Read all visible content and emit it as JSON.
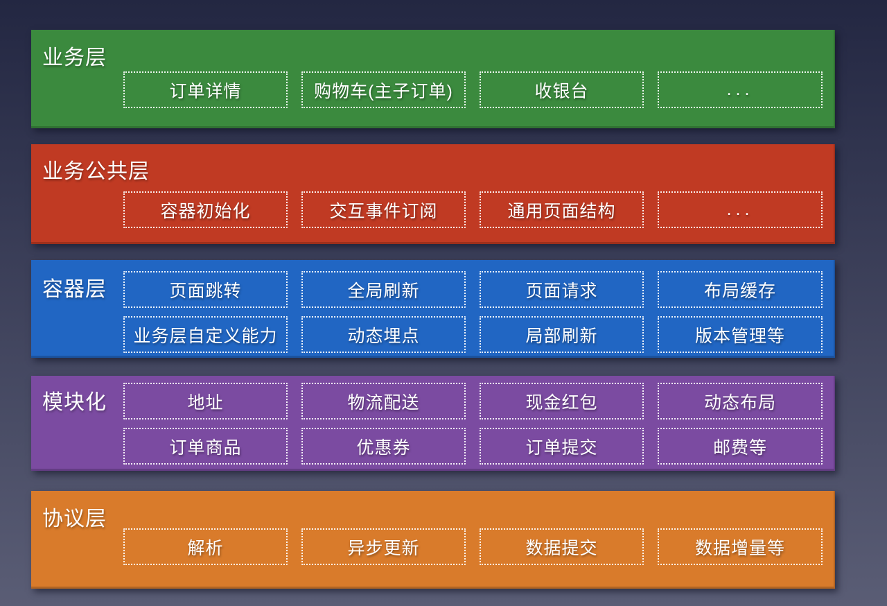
{
  "canvas": {
    "background_top": "#232742",
    "background_bottom": "#5a5d75",
    "text_color": "#ffffff"
  },
  "diagram": {
    "layers": [
      {
        "id": "business-layer",
        "title": "业务层",
        "color": "#3b8a3e",
        "rows": [
          [
            "订单详情",
            "购物车(主子订单)",
            "收银台",
            "..."
          ]
        ]
      },
      {
        "id": "business-common-layer",
        "title": "业务公共层",
        "color": "#c03a23",
        "rows": [
          [
            "容器初始化",
            "交互事件订阅",
            "通用页面结构",
            "..."
          ]
        ]
      },
      {
        "id": "container-layer",
        "title": "容器层",
        "color": "#2166c3",
        "rows": [
          [
            "页面跳转",
            "全局刷新",
            "页面请求",
            "布局缓存"
          ],
          [
            "业务层自定义能力",
            "动态埋点",
            "局部刷新",
            "版本管理等"
          ]
        ]
      },
      {
        "id": "modularization-layer",
        "title": "模块化",
        "color": "#7b4ba1",
        "rows": [
          [
            "地址",
            "物流配送",
            "现金红包",
            "动态布局"
          ],
          [
            "订单商品",
            "优惠券",
            "订单提交",
            "邮费等"
          ]
        ]
      },
      {
        "id": "protocol-layer",
        "title": "协议层",
        "color": "#d97b2b",
        "rows": [
          [
            "解析",
            "异步更新",
            "数据提交",
            "数据增量等"
          ]
        ]
      }
    ]
  }
}
